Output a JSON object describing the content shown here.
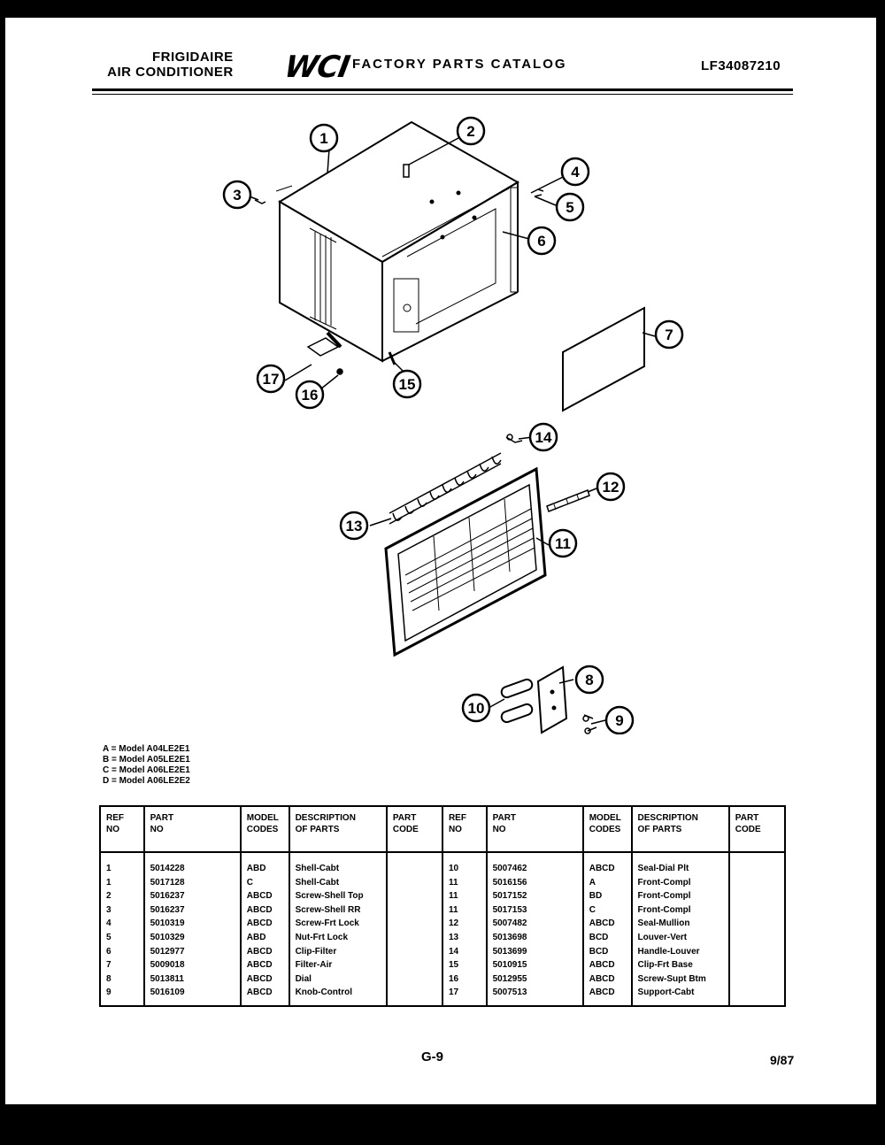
{
  "header": {
    "brand_line1": "FRIGIDAIRE",
    "brand_line2": "AIR CONDITIONER",
    "logo": "WCI",
    "catalog_title": "FACTORY PARTS CATALOG",
    "catalog_number": "LF34087210"
  },
  "diagram": {
    "callouts": [
      "1",
      "2",
      "3",
      "4",
      "5",
      "6",
      "7",
      "8",
      "9",
      "10",
      "11",
      "12",
      "13",
      "14",
      "15",
      "16",
      "17"
    ]
  },
  "models": [
    "A = Model A04LE2E1",
    "B = Model A05LE2E1",
    "C = Model A06LE2E1",
    "D = Model A06LE2E2"
  ],
  "table": {
    "headers": {
      "ref": [
        "REF",
        "NO"
      ],
      "part": [
        "PART",
        "NO"
      ],
      "model": [
        "MODEL",
        "CODES"
      ],
      "desc": [
        "DESCRIPTION",
        "OF PARTS"
      ],
      "pcode": [
        "PART",
        "CODE"
      ]
    },
    "left": {
      "ref": [
        "1",
        "1",
        "2",
        "3",
        "4",
        "5",
        "6",
        "7",
        "8",
        "9"
      ],
      "part": [
        "5014228",
        "5017128",
        "5016237",
        "5016237",
        "5010319",
        "5010329",
        "5012977",
        "5009018",
        "5013811",
        "5016109"
      ],
      "model": [
        "ABD",
        "C",
        "ABCD",
        "ABCD",
        "ABCD",
        "ABD",
        "ABCD",
        "ABCD",
        "ABCD",
        "ABCD"
      ],
      "desc": [
        "Shell-Cabt",
        "Shell-Cabt",
        "Screw-Shell Top",
        "Screw-Shell RR",
        "Screw-Frt Lock",
        "Nut-Frt Lock",
        "Clip-Filter",
        "Filter-Air",
        "Dial",
        "Knob-Control"
      ]
    },
    "right": {
      "ref": [
        "10",
        "11",
        "11",
        "11",
        "12",
        "13",
        "14",
        "15",
        "16",
        "17"
      ],
      "part": [
        "5007462",
        "5016156",
        "5017152",
        "5017153",
        "5007482",
        "5013698",
        "5013699",
        "5010915",
        "5012955",
        "5007513"
      ],
      "model": [
        "ABCD",
        "A",
        "BD",
        "C",
        "ABCD",
        "BCD",
        "BCD",
        "ABCD",
        "ABCD",
        "ABCD"
      ],
      "desc": [
        "Seal-Dial Plt",
        "Front-Compl",
        "Front-Compl",
        "Front-Compl",
        "Seal-Mullion",
        "Louver-Vert",
        "Handle-Louver",
        "Clip-Frt Base",
        "Screw-Supt Btm",
        "Support-Cabt"
      ]
    }
  },
  "footer": {
    "page": "G-9",
    "date": "9/87"
  }
}
